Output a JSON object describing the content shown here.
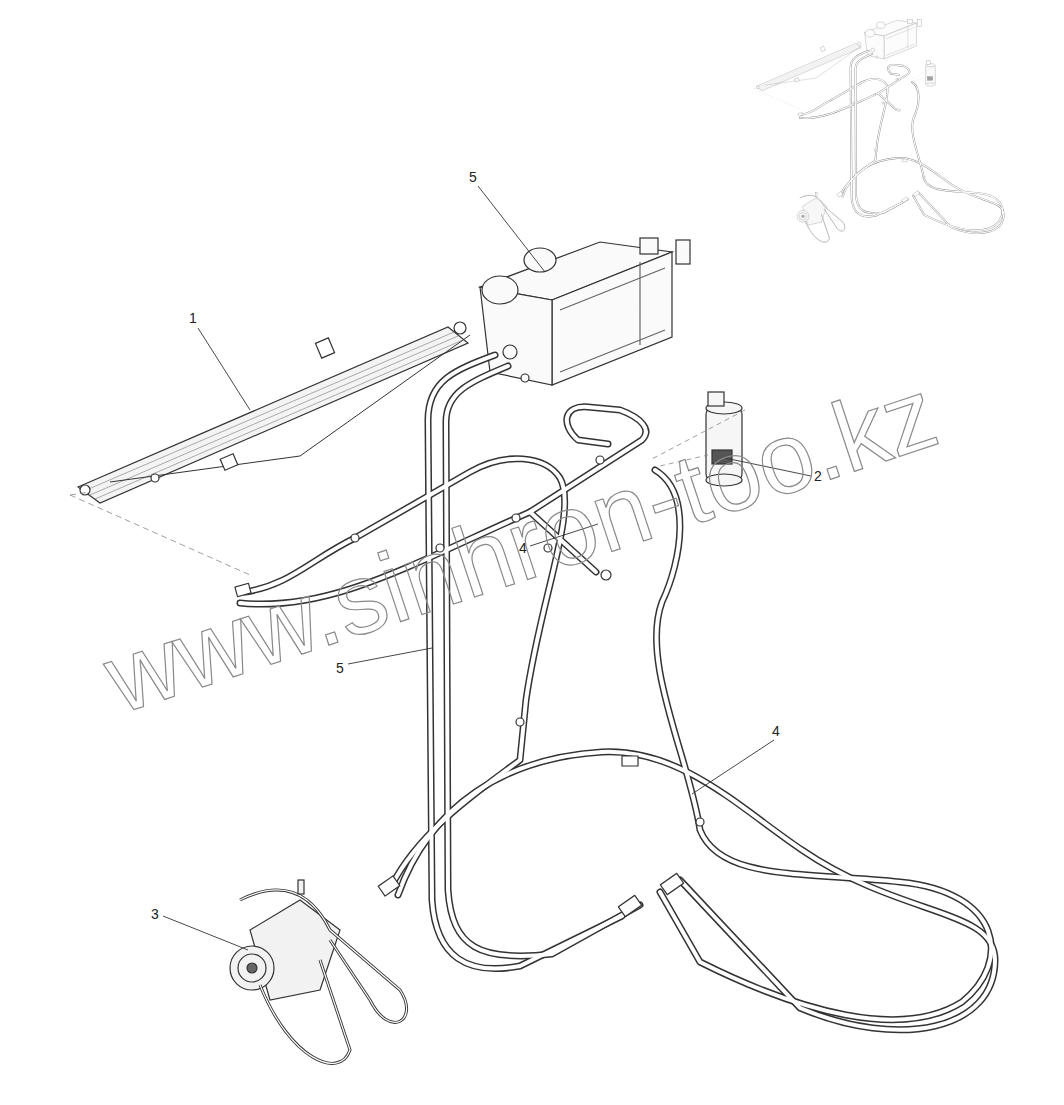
{
  "diagram": {
    "labels": [
      "5",
      "1",
      "2",
      "4",
      "5",
      "4",
      "3",
      "www.sinhron-too.kz"
    ]
  }
}
